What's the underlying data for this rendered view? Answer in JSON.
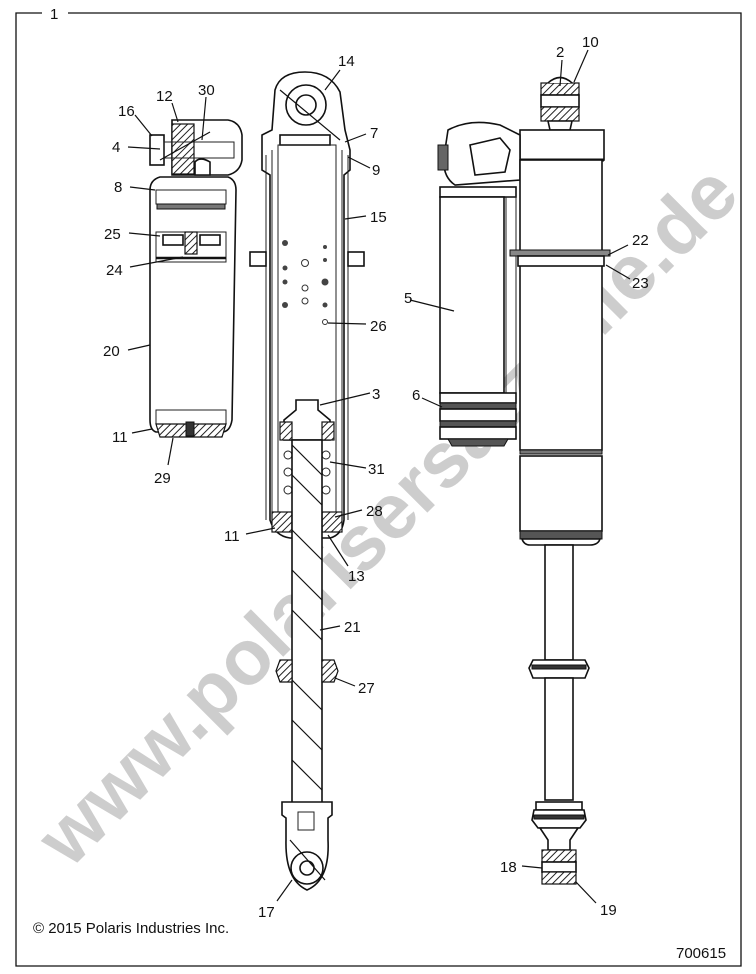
{
  "diagram": {
    "figure_number": "1",
    "copyright": "© 2015 Polaris Industries Inc.",
    "drawing_id": "700615",
    "watermark": "www.polarisersatzteile.de",
    "callouts": [
      {
        "id": "c1",
        "label": "2"
      },
      {
        "id": "c2",
        "label": "10"
      },
      {
        "id": "c3",
        "label": "14"
      },
      {
        "id": "c4",
        "label": "12"
      },
      {
        "id": "c5",
        "label": "30"
      },
      {
        "id": "c6",
        "label": "16"
      },
      {
        "id": "c7",
        "label": "4"
      },
      {
        "id": "c8",
        "label": "7"
      },
      {
        "id": "c9",
        "label": "9"
      },
      {
        "id": "c10",
        "label": "8"
      },
      {
        "id": "c11",
        "label": "15"
      },
      {
        "id": "c12",
        "label": "25"
      },
      {
        "id": "c13",
        "label": "24"
      },
      {
        "id": "c14",
        "label": "22"
      },
      {
        "id": "c15",
        "label": "23"
      },
      {
        "id": "c16",
        "label": "5"
      },
      {
        "id": "c17",
        "label": "26"
      },
      {
        "id": "c18",
        "label": "20"
      },
      {
        "id": "c19",
        "label": "3"
      },
      {
        "id": "c20",
        "label": "6"
      },
      {
        "id": "c21",
        "label": "11"
      },
      {
        "id": "c22",
        "label": "31"
      },
      {
        "id": "c23",
        "label": "29"
      },
      {
        "id": "c24",
        "label": "28"
      },
      {
        "id": "c25",
        "label": "11"
      },
      {
        "id": "c26",
        "label": "13"
      },
      {
        "id": "c27",
        "label": "21"
      },
      {
        "id": "c28",
        "label": "27"
      },
      {
        "id": "c29",
        "label": "18"
      },
      {
        "id": "c30",
        "label": "17"
      },
      {
        "id": "c31",
        "label": "19"
      }
    ]
  }
}
